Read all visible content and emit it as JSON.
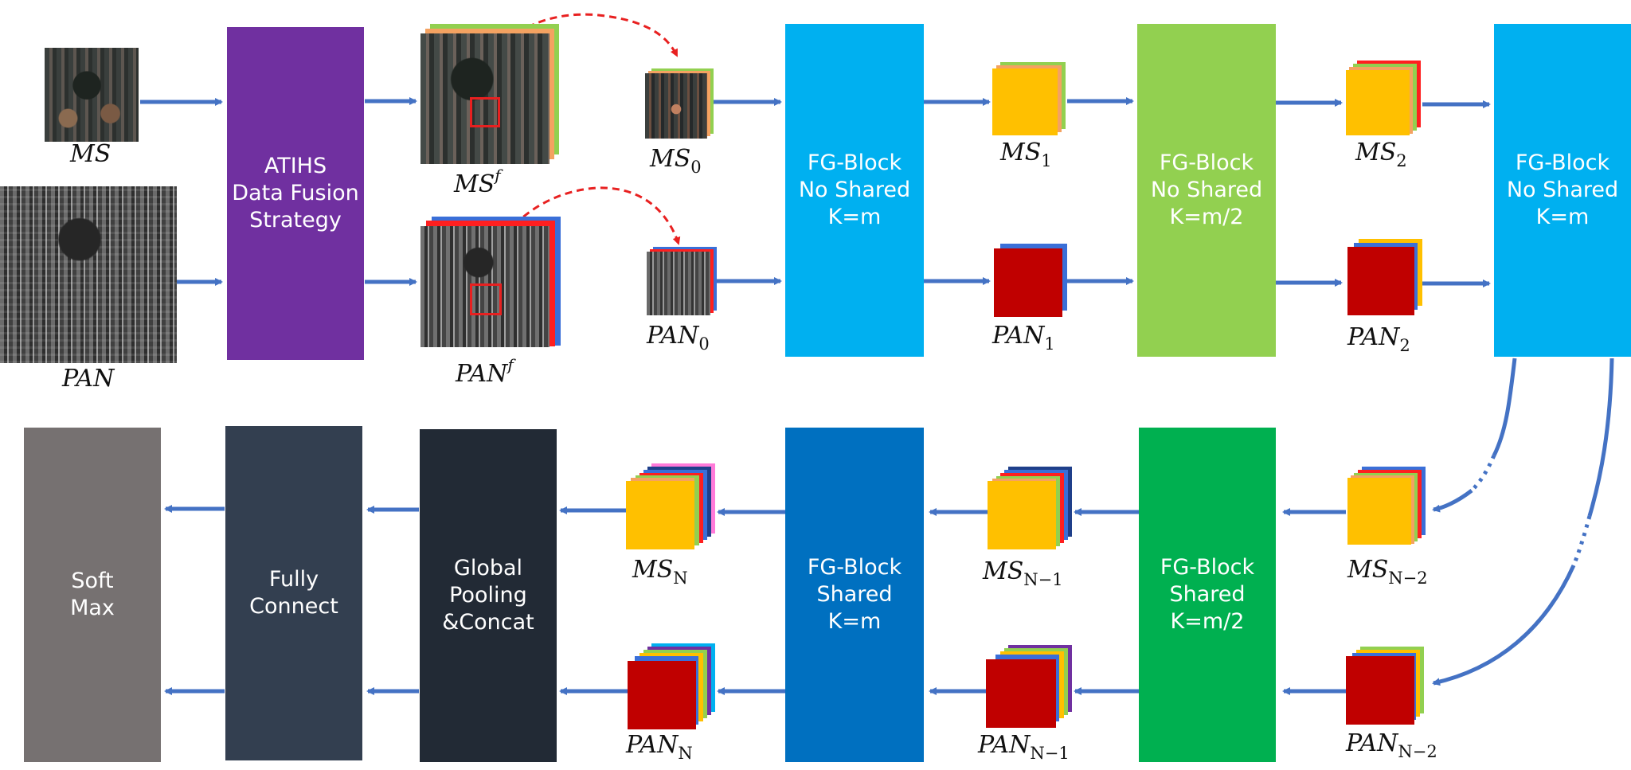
{
  "colors": {
    "arrow": "#4472c4",
    "dashed": "#e82020",
    "fusion": "#7030a0",
    "fg_cyan": "#00b0f0",
    "fg_lightgreen": "#92d050",
    "fg_green": "#00b050",
    "fg_blue": "#0070c0",
    "softmax": "#767171",
    "fullyconnect": "#333f50",
    "pooling": "#222a35",
    "ms_square": "#ffc000",
    "pan_square": "#c00000"
  },
  "blocks": {
    "fusion": "ATIHS\nData Fusion\nStrategy",
    "fg1": "FG-Block\nNo Shared\nK=m",
    "fg2": "FG-Block\nNo Shared\nK=m/2",
    "fg3": "FG-Block\nNo Shared\nK=m",
    "fg4": "FG-Block\nShared\nK=m/2",
    "fg5": "FG-Block\nShared\nK=m",
    "pooling": "Global\nPooling\n&Concat",
    "fc": "Fully\nConnect",
    "softmax": "Soft\nMax"
  },
  "labels": {
    "ms": {
      "base": "MS",
      "sub": "",
      "sup": ""
    },
    "pan": {
      "base": "PAN",
      "sub": "",
      "sup": ""
    },
    "msf": {
      "base": "MS",
      "sub": "",
      "sup": "f"
    },
    "panf": {
      "base": "PAN",
      "sub": "",
      "sup": "f"
    },
    "ms0": {
      "base": "MS",
      "sub": "0",
      "sup": ""
    },
    "pan0": {
      "base": "PAN",
      "sub": "0",
      "sup": ""
    },
    "ms1": {
      "base": "MS",
      "sub": "1",
      "sup": ""
    },
    "pan1": {
      "base": "PAN",
      "sub": "1",
      "sup": ""
    },
    "ms2": {
      "base": "MS",
      "sub": "2",
      "sup": ""
    },
    "pan2": {
      "base": "PAN",
      "sub": "2",
      "sup": ""
    },
    "msn2": {
      "base": "MS",
      "sub": "N−2",
      "sup": ""
    },
    "pann2": {
      "base": "PAN",
      "sub": "N−2",
      "sup": ""
    },
    "msn1": {
      "base": "MS",
      "sub": "N−1",
      "sup": ""
    },
    "pann1": {
      "base": "PAN",
      "sub": "N−1",
      "sup": ""
    },
    "msn": {
      "base": "MS",
      "sub": "N",
      "sup": ""
    },
    "pann": {
      "base": "PAN",
      "sub": "N",
      "sup": ""
    }
  }
}
